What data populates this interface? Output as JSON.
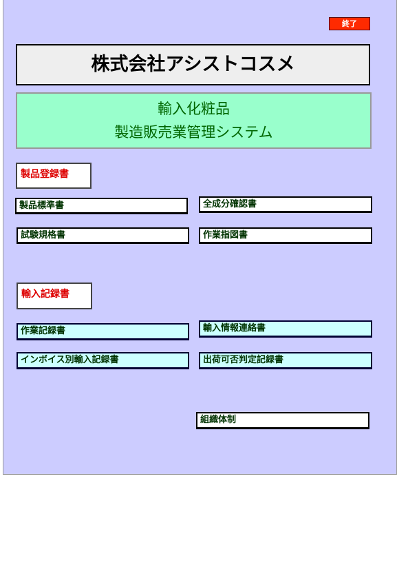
{
  "exit_button": {
    "label": "終了"
  },
  "header": {
    "company_name": "株式会社アシストコスメ",
    "system_line1": "輸入化粧品",
    "system_line2": "製造販売業管理システム"
  },
  "sections": {
    "product_registration": {
      "title": "製品登録書",
      "buttons": [
        "製品標準書",
        "全成分確認書",
        "試験規格書",
        "作業指図書"
      ]
    },
    "import_records": {
      "title": "輸入記録書",
      "buttons": [
        "作業記録書",
        "輸入情報連絡書",
        "インボイス別輸入記録書",
        "出荷可否判定記録書"
      ]
    }
  },
  "organization_button": {
    "label": "組織体制"
  },
  "colors": {
    "panel_bg": "#ccccff",
    "exit_bg": "#ff2a00",
    "title_box_bg": "#eeeeee",
    "system_box_bg": "#99ffcc",
    "system_text": "#006600",
    "section_title_text": "#dd0000",
    "import_button_bg": "#ccffff"
  }
}
